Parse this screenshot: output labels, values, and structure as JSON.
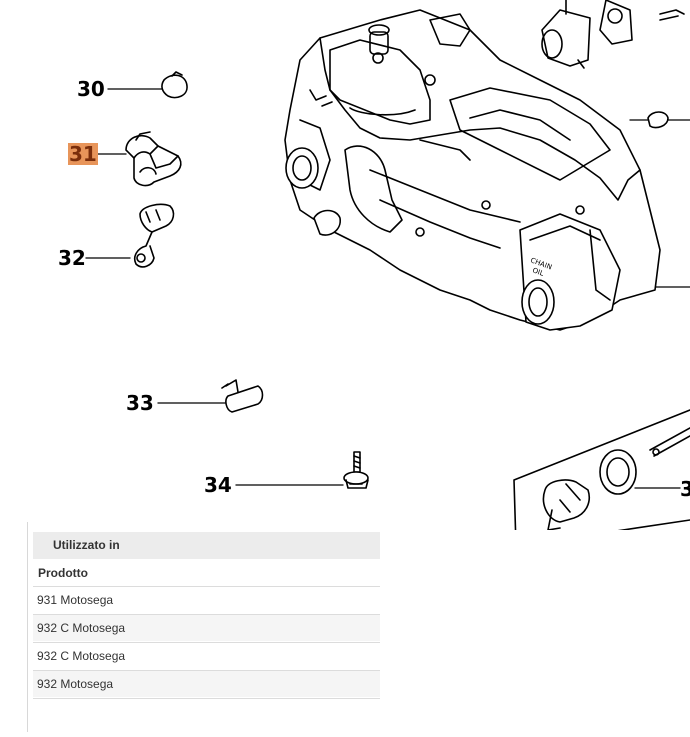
{
  "callouts": [
    {
      "label": "30",
      "highlight": false
    },
    {
      "label": "31",
      "highlight": true
    },
    {
      "label": "32",
      "highlight": false
    },
    {
      "label": "33",
      "highlight": false
    },
    {
      "label": "34",
      "highlight": false
    },
    {
      "label": "3",
      "highlight": false
    }
  ],
  "housing_text": {
    "line1": "CHAIN",
    "line2": "OIL"
  },
  "panel": {
    "title": "Utilizzato in",
    "column": "Prodotto",
    "rows": [
      "931 Motosega",
      "932 C Motosega",
      "932 C Motosega",
      "932 Motosega"
    ]
  },
  "colors": {
    "highlight": "#e8955a",
    "highlight_text": "#7a2e0b",
    "header_bg": "#ececec"
  }
}
